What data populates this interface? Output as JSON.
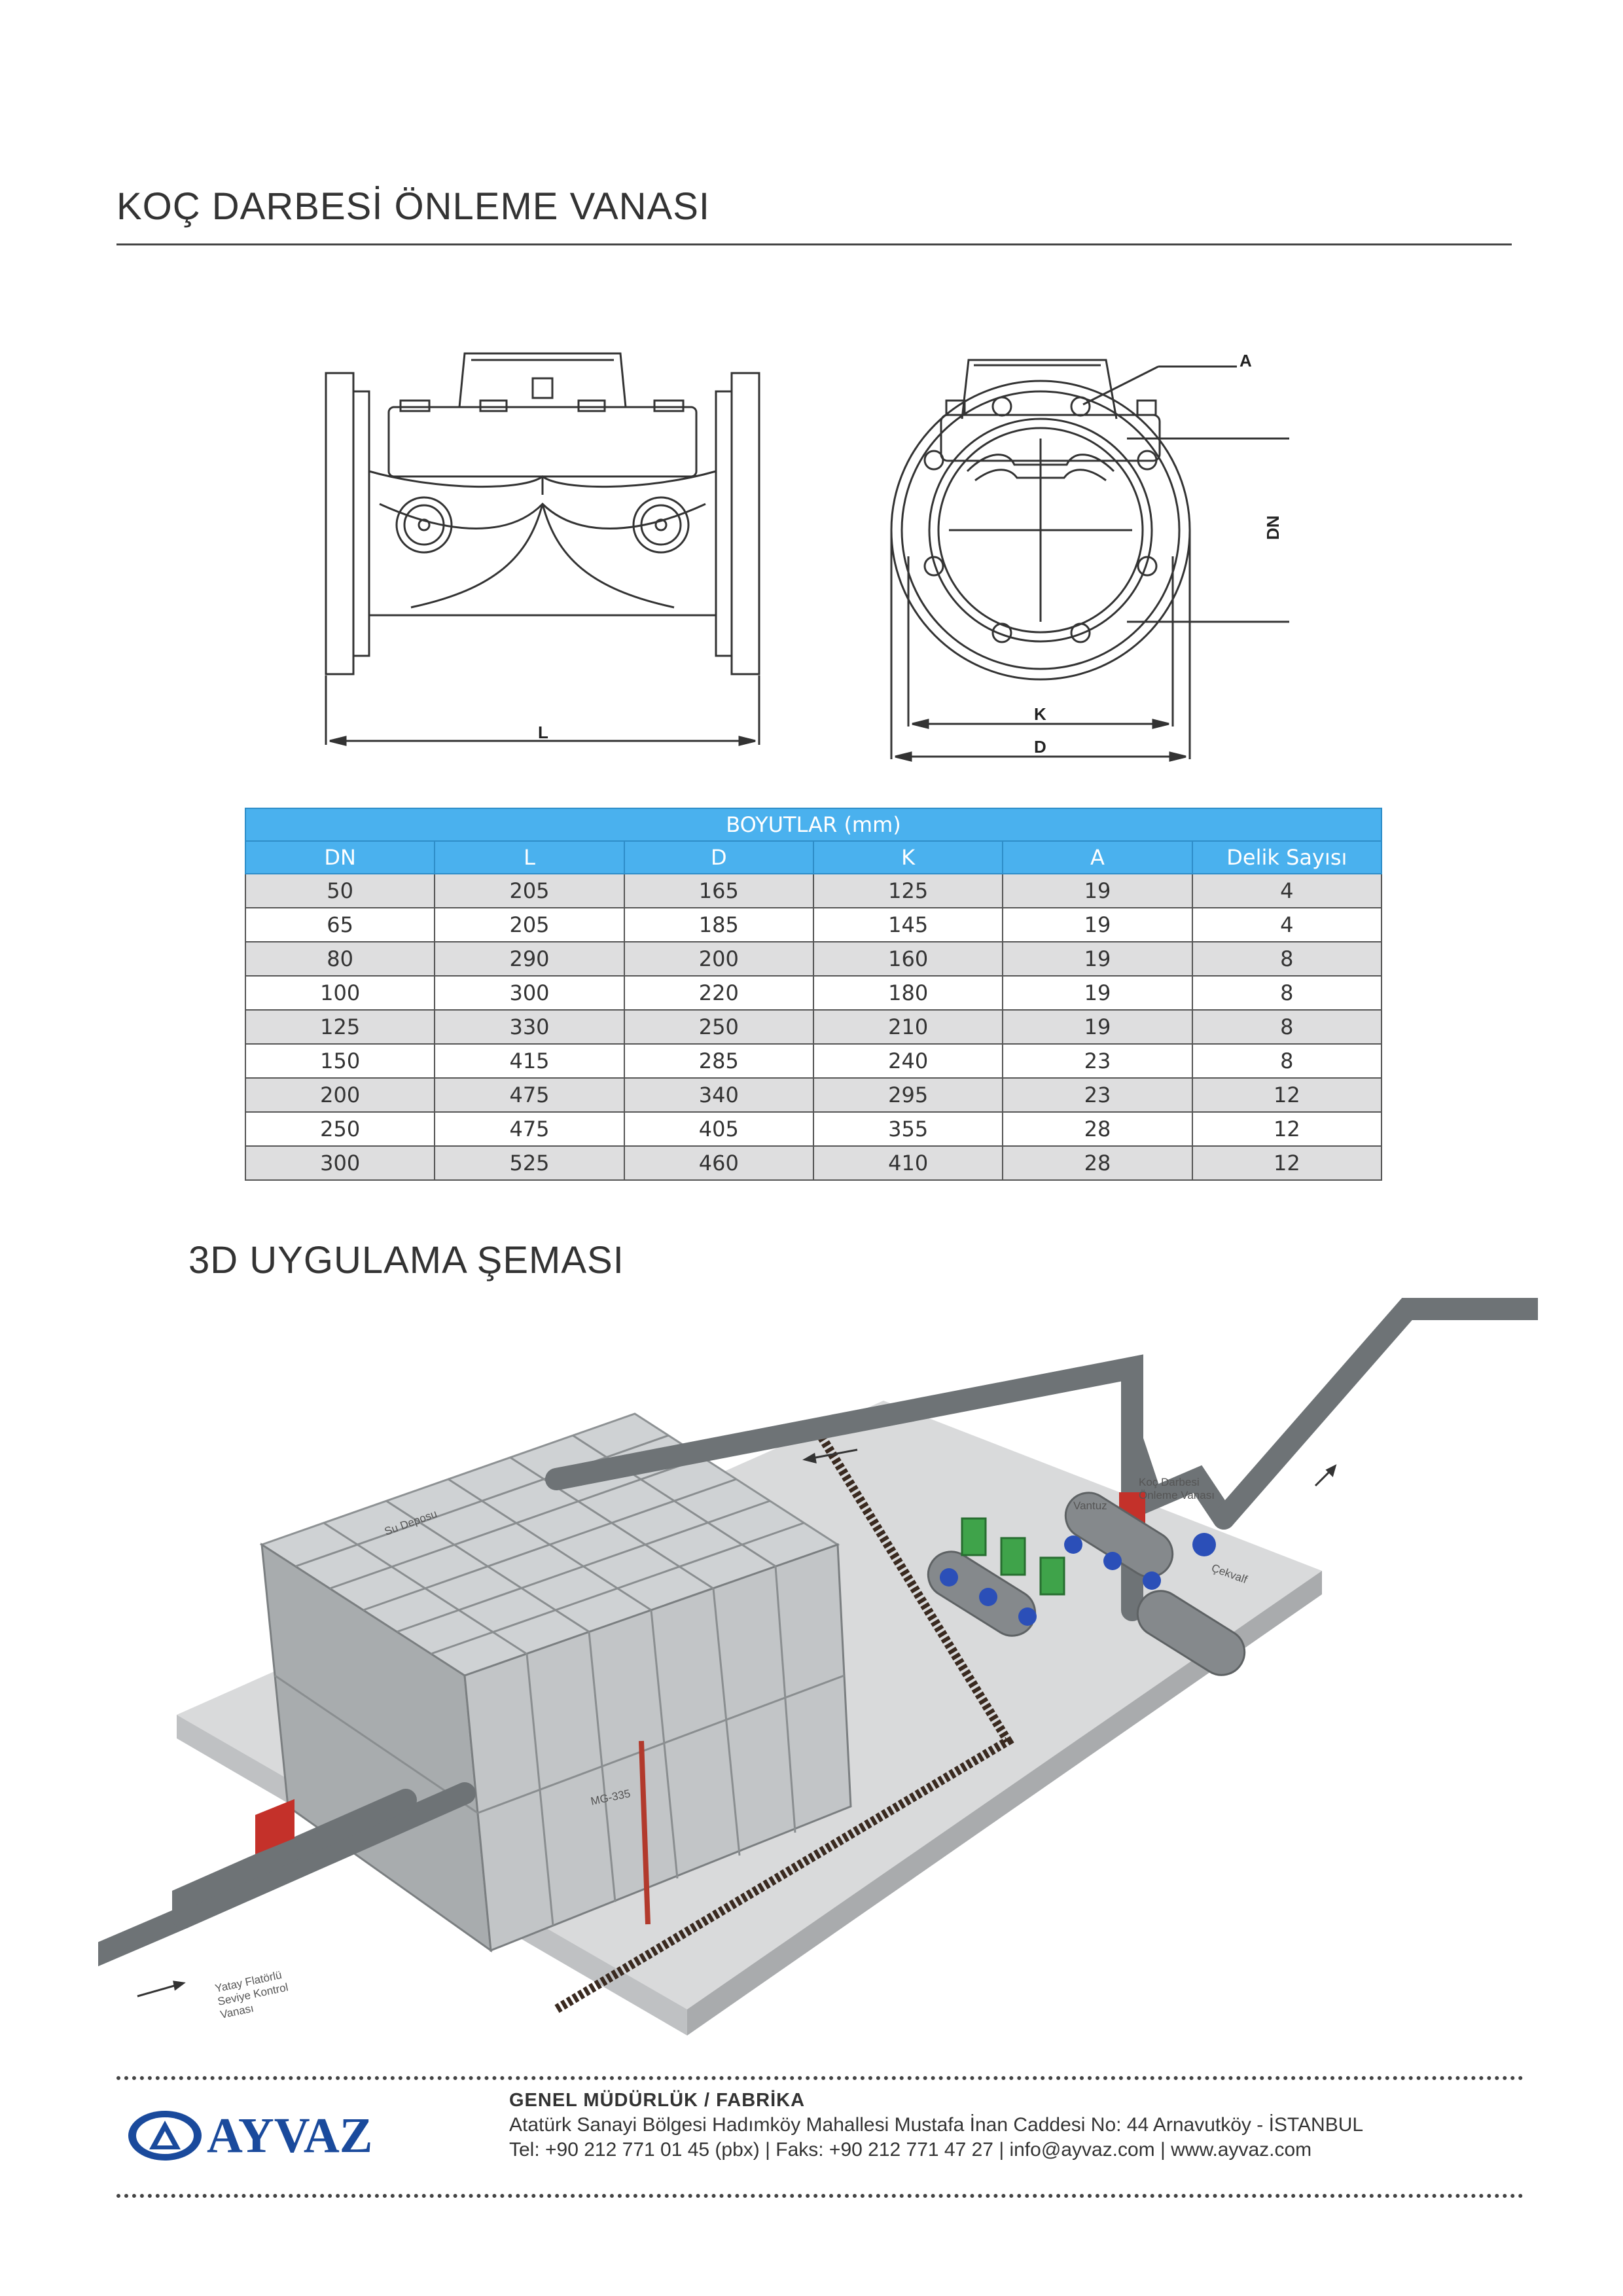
{
  "header": {
    "title": "KOÇ DARBESİ ÖNLEME VANASI"
  },
  "drawing": {
    "labels": {
      "l": "L",
      "d": "D",
      "k": "K",
      "dn": "DN",
      "a": "A"
    }
  },
  "table": {
    "caption": "BOYUTLAR (mm)",
    "columns": [
      "DN",
      "L",
      "D",
      "K",
      "A",
      "Delik Sayısı"
    ],
    "rows": [
      [
        "50",
        "205",
        "165",
        "125",
        "19",
        "4"
      ],
      [
        "65",
        "205",
        "185",
        "145",
        "19",
        "4"
      ],
      [
        "80",
        "290",
        "200",
        "160",
        "19",
        "8"
      ],
      [
        "100",
        "300",
        "220",
        "180",
        "19",
        "8"
      ],
      [
        "125",
        "330",
        "250",
        "210",
        "19",
        "8"
      ],
      [
        "150",
        "415",
        "285",
        "240",
        "23",
        "8"
      ],
      [
        "200",
        "475",
        "340",
        "295",
        "23",
        "12"
      ],
      [
        "250",
        "475",
        "405",
        "355",
        "28",
        "12"
      ],
      [
        "300",
        "525",
        "460",
        "410",
        "28",
        "12"
      ]
    ]
  },
  "scheme": {
    "title": "3D UYGULAMA ŞEMASI",
    "labels": {
      "tank": "Su Deposu",
      "valve1": "Koç Darbesi",
      "valve2": "Önleme Vanası",
      "vent": "Vantuz",
      "check": "Çekvalf",
      "float1": "Yatay Flatörlü",
      "float2": "Seviye Kontrol",
      "float3": "Vanası",
      "gauge": "MG-335"
    }
  },
  "footer": {
    "brand": "AYVAZ",
    "heading": "GENEL MÜDÜRLÜK / FABRİKA",
    "address": "Atatürk Sanayi Bölgesi Hadımköy Mahallesi Mustafa İnan Caddesi No: 44 Arnavutköy - İSTANBUL",
    "contact": "Tel: +90 212 771 01 45 (pbx)  |  Faks: +90 212 771 47 27  |  info@ayvaz.com  |  www.ayvaz.com"
  },
  "colors": {
    "accent": "#4ab1ee",
    "brand": "#1a4a9c",
    "tank": "#b9bcbe",
    "pipe": "#6e7376",
    "pump": "#3fa34a"
  }
}
